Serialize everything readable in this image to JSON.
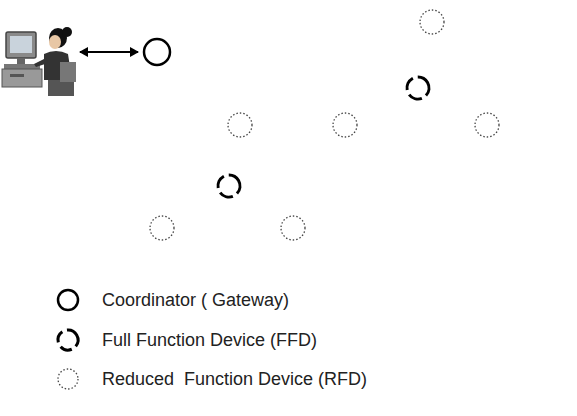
{
  "diagram": {
    "legend": [
      {
        "text": "Coordinator ( Gateway)"
      },
      {
        "text": "Full Function Device (FFD)"
      },
      {
        "text": "Reduced  Function Device (RFD)"
      }
    ]
  }
}
